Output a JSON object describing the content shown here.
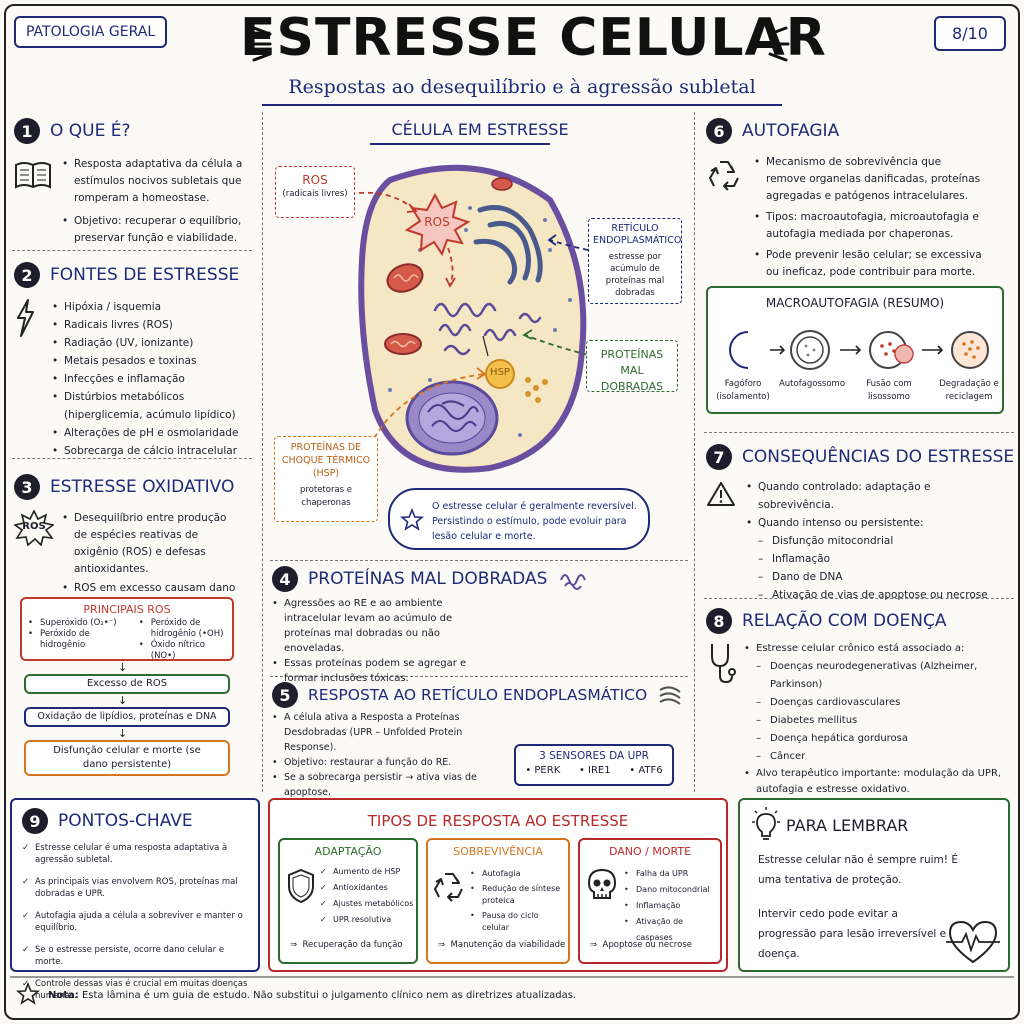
{
  "header": {
    "tag": "PATOLOGIA GERAL",
    "title": "ESTRESSE CELULAR",
    "subtitle": "Respostas ao desequilíbrio e à agressão subletal",
    "page": "8/10"
  },
  "s1": {
    "num": "1",
    "title": "O QUE É?",
    "items": [
      "Resposta adaptativa da célula a estímulos nocivos subletais que romperam a homeostase.",
      "Objetivo: recuperar o equilíbrio, preservar função e viabilidade."
    ]
  },
  "s2": {
    "num": "2",
    "title": "FONTES DE ESTRESSE",
    "items": [
      "Hipóxia / isquemia",
      "Radicais livres (ROS)",
      "Radiação (UV, ionizante)",
      "Metais pesados e toxinas",
      "Infecções e inflamação",
      "Distúrbios metabólicos (hiperglicemia, acúmulo lipídico)",
      "Alterações de pH e osmolaridade",
      "Sobrecarga de cálcio intracelular"
    ]
  },
  "s3": {
    "num": "3",
    "title": "ESTRESSE OXIDATIVO",
    "icon_label": "ROS",
    "items": [
      "Desequilíbrio entre produção de espécies reativas de oxigênio (ROS) e defesas antioxidantes.",
      "ROS em excesso causam dano a lipídios, proteínas e DNA."
    ],
    "ros_box": {
      "title": "PRINCIPAIS ROS",
      "left": [
        "Superóxido (O₂•⁻)",
        "Peróxido de hidrogênio"
      ],
      "right": [
        "Peróxido de hidrogênio (•OH)",
        "Óxido nítrico (NO•)"
      ]
    },
    "flow": [
      "Excesso de ROS",
      "Oxidação de lipídios, proteínas e DNA",
      "Disfunção celular e morte (se dano persistente)"
    ]
  },
  "cell": {
    "title": "CÉLULA EM ESTRESSE",
    "ros_label": "ROS",
    "ros_sub": "(radicais livres)",
    "ros_star": "ROS",
    "re_label": "RETÍCULO ENDOPLASMÁTICO",
    "re_sub": "estresse por acúmulo de proteínas mal dobradas",
    "misfold_label": "PROTEÍNAS MAL DOBRADAS",
    "hsp_label": "PROTEÍNAS DE CHOQUE TÉRMICO (HSP)",
    "hsp_sub": "protetoras e chaperonas",
    "hsp_tag": "HSP",
    "note": "O estresse celular é geralmente reversível. Persistindo o estímulo, pode evoluir para lesão celular e morte."
  },
  "s4": {
    "num": "4",
    "title": "PROTEÍNAS MAL DOBRADAS",
    "items": [
      "Agressões ao RE e ao ambiente intracelular levam ao acúmulo de proteínas mal dobradas ou não enoveladas.",
      "Essas proteínas podem se agregar e formar inclusões tóxicas."
    ]
  },
  "s5": {
    "num": "5",
    "title": "RESPOSTA AO RETÍCULO ENDOPLASMÁTICO",
    "items": [
      "A célula ativa a Resposta a Proteínas Desdobradas (UPR – Unfolded Protein Response).",
      "Objetivo: restaurar a função do RE.",
      "Se a sobrecarga persistir → ativa vias de apoptose."
    ],
    "upr_title": "3 SENSORES DA UPR",
    "upr": [
      "PERK",
      "IRE1",
      "ATF6"
    ]
  },
  "s6": {
    "num": "6",
    "title": "AUTOFAGIA",
    "items": [
      "Mecanismo de sobrevivência que remove organelas danificadas, proteínas agregadas e patógenos intracelulares.",
      "Tipos: macroautofagia, microautofagia e autofagia mediada por chaperonas.",
      "Pode prevenir lesão celular; se excessiva ou ineficaz, pode contribuir para morte."
    ],
    "macro_title": "MACROAUTOFAGIA (RESUMO)",
    "steps": [
      "Fagóforo (isolamento)",
      "Autofagossomo",
      "Fusão com lisossomo",
      "Degradação e reciclagem"
    ]
  },
  "s7": {
    "num": "7",
    "title": "CONSEQUÊNCIAS DO ESTRESSE",
    "items": [
      "Quando controlado: adaptação e sobrevivência.",
      "Quando intenso ou persistente:"
    ],
    "subitems": [
      "Disfunção mitocondrial",
      "Inflamação",
      "Dano de DNA",
      "Ativação de vias de apoptose ou necrose"
    ]
  },
  "s8": {
    "num": "8",
    "title": "RELAÇÃO COM DOENÇA",
    "intro": "Estresse celular crônico está associado a:",
    "subitems": [
      "Doenças neurodegenerativas (Alzheimer, Parkinson)",
      "Doenças cardiovasculares",
      "Diabetes mellitus",
      "Doença hepática gordurosa",
      "Câncer"
    ],
    "last": "Alvo terapêutico importante: modulação da UPR, autofagia e estresse oxidativo."
  },
  "s9": {
    "num": "9",
    "title": "PONTOS-CHAVE",
    "items": [
      "Estresse celular é uma resposta adaptativa à agressão subletal.",
      "As principais vias envolvem ROS, proteínas mal dobradas e UPR.",
      "Autofagia ajuda a célula a sobreviver e manter o equilíbrio.",
      "Se o estresse persiste, ocorre dano celular e morte.",
      "Controle dessas vias é crucial em muitas doenças humanas."
    ]
  },
  "tipos": {
    "title": "TIPOS DE RESPOSTA AO ESTRESSE",
    "cols": [
      {
        "title": "ADAPTAÇÃO",
        "items": [
          "Aumento de HSP",
          "Antioxidantes",
          "Ajustes metabólicos",
          "UPR resolutiva"
        ],
        "result": "Recuperação da função",
        "color": "#2e6b2e"
      },
      {
        "title": "SOBREVIVÊNCIA",
        "items": [
          "Autofagia",
          "Redução de síntese proteica",
          "Pausa do ciclo celular"
        ],
        "result": "Manutenção da viabilidade",
        "color": "#d4761e"
      },
      {
        "title": "DANO / MORTE",
        "items": [
          "Falha da UPR",
          "Dano mitocondrial",
          "Inflamação",
          "Ativação de caspases"
        ],
        "result": "Apoptose ou necrose",
        "color": "#b82a2a"
      }
    ]
  },
  "lembrar": {
    "title": "PARA LEMBRAR",
    "p1": "Estresse celular não é sempre ruim! É uma tentativa de proteção.",
    "p2": "Intervir cedo pode evitar a progressão para lesão irreversível e doença."
  },
  "footer": {
    "label": "Nota:",
    "text": "Esta lâmina é um guia de estudo. Não substitui o julgamento clínico nem as diretrizes atualizadas."
  },
  "colors": {
    "navy": "#1e2a78",
    "red": "#c0392b",
    "green": "#2e6b2e",
    "orange": "#d4761e"
  }
}
